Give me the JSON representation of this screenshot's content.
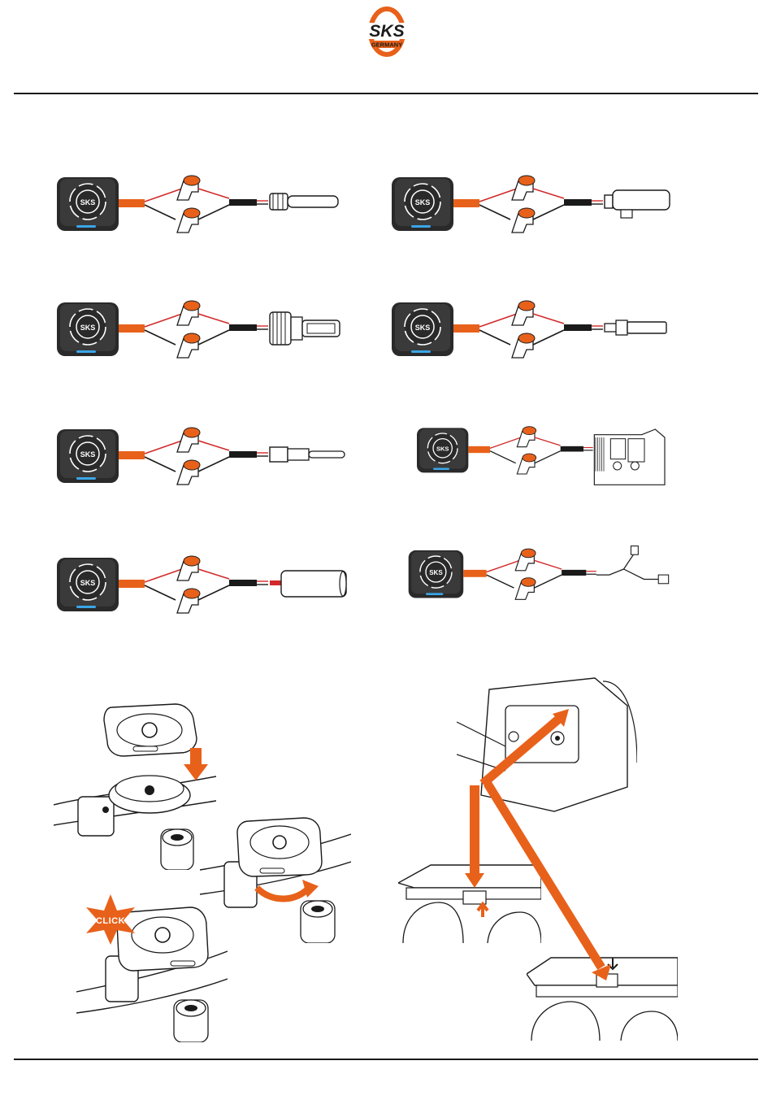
{
  "header": {
    "logo": {
      "brand": "SKS",
      "subtitle": "GERMANY"
    }
  },
  "colors": {
    "accent": "#e8611a",
    "ink": "#1a1a1a",
    "body_dark": "#2a2a2a",
    "led": "#3aa6e8",
    "wire_red": "#d12a2a"
  },
  "harnesses": [
    {
      "position": "left-1",
      "connector": "round-barrel-plug"
    },
    {
      "position": "right-1",
      "connector": "rectangular-socket"
    },
    {
      "position": "left-2",
      "connector": "threaded-plug"
    },
    {
      "position": "right-2",
      "connector": "flat-clip-connector"
    },
    {
      "position": "left-3",
      "connector": "dc-jack-plug"
    },
    {
      "position": "right-3",
      "connector": "controller-pcb"
    },
    {
      "position": "left-4",
      "connector": "cylinder-plug"
    },
    {
      "position": "right-4",
      "connector": "y-split-connector"
    }
  ],
  "mounting": {
    "click_label": "CLICK"
  }
}
